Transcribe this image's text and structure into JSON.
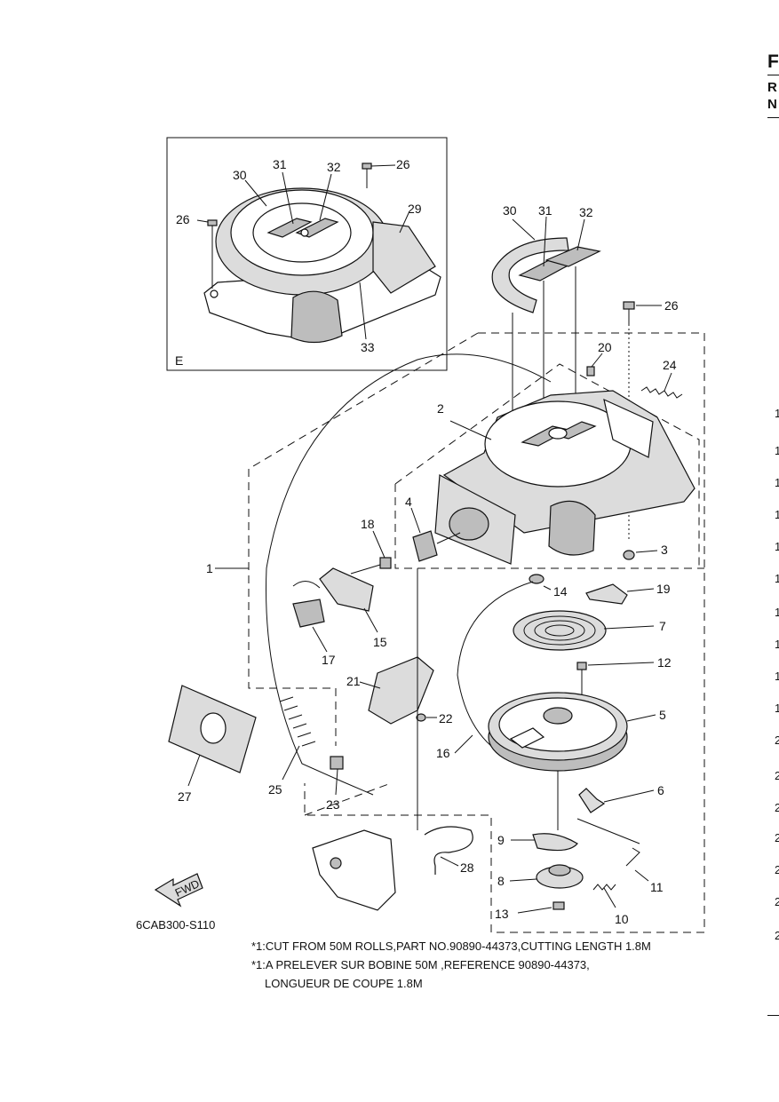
{
  "header_fragments": [
    "F",
    "R",
    "N"
  ],
  "right_edge_digits": [
    "1",
    "1",
    "1",
    "1",
    "1",
    "1",
    "1",
    "1",
    "1",
    "1",
    "2",
    "2",
    "2",
    "2",
    "2",
    "2",
    "2"
  ],
  "inset_label": "E",
  "fwd_label": "FWD",
  "diagram_code": "6CAB300-S110",
  "notes": [
    "*1:CUT FROM 50M ROLLS,PART NO.90890-44373,CUTTING LENGTH 1.8M",
    "*1:A PRELEVER SUR BOBINE 50M ,REFERENCE 90890-44373,",
    "LONGUEUR DE COUPE 1.8M"
  ],
  "callouts": {
    "c1": "1",
    "c2": "2",
    "c3": "3",
    "c4": "4",
    "c5": "5",
    "c6": "6",
    "c7": "7",
    "c8": "8",
    "c9": "9",
    "c10": "10",
    "c11": "11",
    "c12": "12",
    "c13": "13",
    "c14": "14",
    "c15": "15",
    "c16": "16",
    "c17": "17",
    "c18": "18",
    "c19": "19",
    "c20": "20",
    "c21": "21",
    "c22": "22",
    "c23": "23",
    "c24": "24",
    "c25": "25",
    "c26": "26",
    "c27": "27",
    "c28": "28",
    "c29": "29",
    "c30": "30",
    "c31": "31",
    "c32": "32",
    "c33": "33"
  }
}
